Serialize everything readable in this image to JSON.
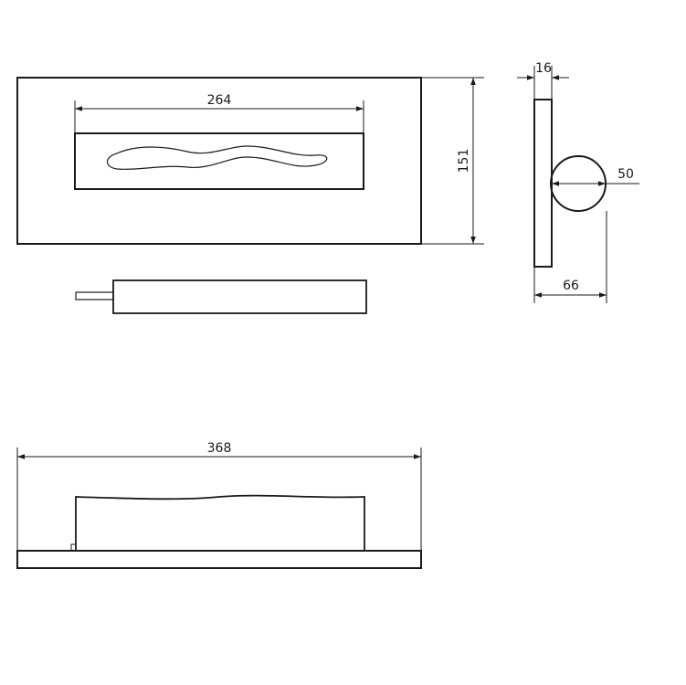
{
  "dimensions": {
    "front_width": "264",
    "height": "151",
    "side_thickness": "16",
    "knob_diameter": "50",
    "side_depth": "66",
    "bottom_width": "368"
  }
}
